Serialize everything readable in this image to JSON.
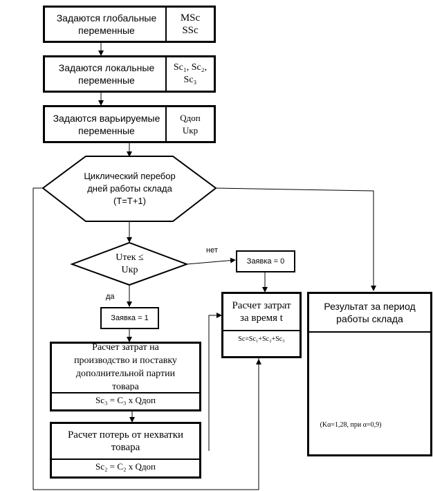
{
  "global_vars": {
    "label": "Задаются глобальные переменные",
    "values": "MSc\nSSc"
  },
  "local_vars": {
    "label": "Задаются локальные переменные",
    "values": "Sc₁, Sc₂,\nSc₃"
  },
  "varied_vars": {
    "label": "Задаются варьируемые переменные",
    "values": "Qдоп\nUкр"
  },
  "cycle": {
    "text": "Циклический перебор\nдней работы склада\n(T=T+1)"
  },
  "condition": {
    "text": "Uтек ≤\nUкр"
  },
  "branch_no": "нет",
  "branch_yes": "да",
  "order_zero": "Заявка = 0",
  "order_one": "Заявка = 1",
  "cost_total": {
    "title": "Расчет затрат\nза время t",
    "formula": "Sc=Sc₁+Sc₂+Sc₃"
  },
  "result": {
    "title": "Результат за период\nработы склада",
    "note": "(Kα=1,28, при α=0,9)"
  },
  "production": {
    "title": "Расчет затрат на\nпроизводство и поставку\nдополнительной партии\nтовара",
    "formula": "Sc₃ = C₃ x Qдоп"
  },
  "shortage": {
    "title": "Расчет потерь от нехватки\nтовара",
    "formula": "Sc₂ = C₂ x Qдоп"
  }
}
